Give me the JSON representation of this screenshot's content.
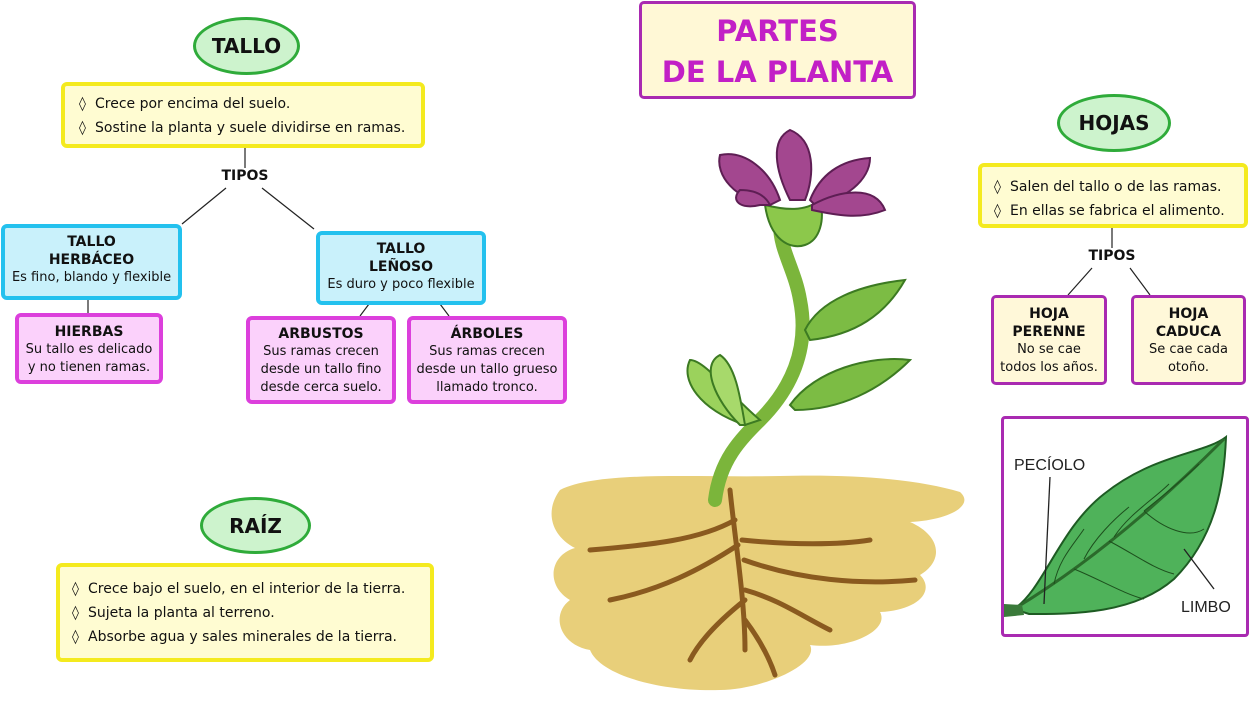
{
  "title": {
    "line1": "PARTES",
    "line2": "DE LA PLANTA"
  },
  "tallo": {
    "heading": "TALLO",
    "facts": [
      "Crece por encima del suelo.",
      "Sostine la planta y suele dividirse en ramas."
    ],
    "tipos": "TIPOS",
    "herbaceo": {
      "title1": "TALLO",
      "title2": "HERBÁCEO",
      "desc": "Es fino, blando y flexible"
    },
    "lenoso": {
      "title1": "TALLO",
      "title2": "LEÑOSO",
      "desc": "Es duro y poco flexible"
    },
    "hierbas": {
      "title": "HIERBAS",
      "line1": "Su tallo es delicado",
      "line2": "y no tienen ramas."
    },
    "arbustos": {
      "title": "ARBUSTOS",
      "line1": "Sus ramas crecen",
      "line2": "desde un tallo fino",
      "line3": "desde cerca suelo."
    },
    "arboles": {
      "title": "ÁRBOLES",
      "line1": "Sus ramas crecen",
      "line2": "desde un tallo grueso",
      "line3": "llamado tronco."
    }
  },
  "raiz": {
    "heading": "RAÍZ",
    "facts": [
      "Crece bajo el suelo, en el interior de la tierra.",
      "Sujeta la planta al terreno.",
      "Absorbe agua y sales minerales de la tierra."
    ]
  },
  "hojas": {
    "heading": "HOJAS",
    "facts": [
      "Salen del tallo o de las ramas.",
      "En ellas se fabrica el alimento."
    ],
    "tipos": "TIPOS",
    "perenne": {
      "title1": "HOJA",
      "title2": "PERENNE",
      "line1": "No se cae",
      "line2": "todos los años."
    },
    "caduca": {
      "title1": "HOJA",
      "title2": "CADUCA",
      "line1": "Se cae cada",
      "line2": "otoño."
    }
  },
  "leaf_labels": {
    "peciolo": "PECÍOLO",
    "limbo": "LIMBO"
  },
  "colors": {
    "oval_fill": "#cdf3cd",
    "oval_border": "#2fab3a",
    "yellow_border": "#f4ea1e",
    "cyan_border": "#23c1ee",
    "magenta_border": "#dc3fdc",
    "purple_border": "#a92ab1",
    "title_text": "#c21fc6",
    "soil": "#e8cf7a"
  }
}
